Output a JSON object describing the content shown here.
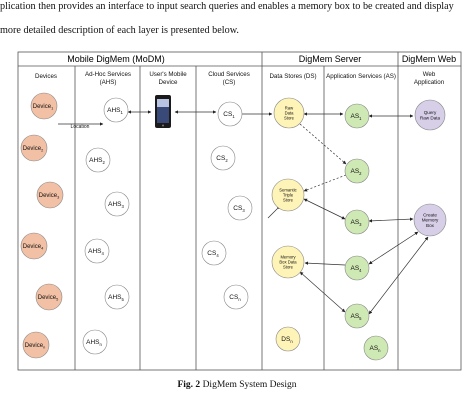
{
  "paragraph": {
    "line1": "plication then provides an interface to input search queries and enables a memory box to be created and display",
    "line2": "more detailed description of each layer is presented below."
  },
  "diagram": {
    "layers": {
      "modm": "Mobile DigMem (MoDM)",
      "server": "DigMem Server",
      "web": "DigMem Web"
    },
    "columns": {
      "devices": "Devices",
      "ahs": [
        "Ad-Hoc Services",
        "(AHS)"
      ],
      "mobile": [
        "User's Mobile",
        "Device"
      ],
      "cloud": [
        "Cloud Services",
        "(CS)"
      ],
      "ds": "Data Stores (DS)",
      "as": "Application Services (AS)",
      "webapp": [
        "Web",
        "Application"
      ]
    },
    "arrow_label": "Location",
    "devices": [
      {
        "base": "Device",
        "sub": "1"
      },
      {
        "base": "Device",
        "sub": "2"
      },
      {
        "base": "Device",
        "sub": "3"
      },
      {
        "base": "Device",
        "sub": "4"
      },
      {
        "base": "Device",
        "sub": "5"
      },
      {
        "base": "Device",
        "sub": "n"
      }
    ],
    "ahs": [
      {
        "base": "AHS",
        "sub": "1"
      },
      {
        "base": "AHS",
        "sub": "2"
      },
      {
        "base": "AHS",
        "sub": "3"
      },
      {
        "base": "AHS",
        "sub": "4"
      },
      {
        "base": "AHS",
        "sub": "5"
      },
      {
        "base": "AHS",
        "sub": "n"
      }
    ],
    "cloud": [
      {
        "base": "CS",
        "sub": "1"
      },
      {
        "base": "CS",
        "sub": "2"
      },
      {
        "base": "CS",
        "sub": "3"
      },
      {
        "base": "CS",
        "sub": "4"
      },
      {
        "base": "CS",
        "sub": "n"
      }
    ],
    "data_stores": [
      {
        "lines": [
          "Raw",
          "Data",
          "Store"
        ]
      },
      {
        "lines": [
          "Semantic",
          "Triple",
          "Store"
        ]
      },
      {
        "lines": [
          "Memory",
          "Box Data",
          "Store"
        ]
      },
      {
        "base": "DS",
        "sub": "n"
      }
    ],
    "app_services": [
      {
        "base": "AS",
        "sub": "1"
      },
      {
        "base": "AS",
        "sub": "2"
      },
      {
        "base": "AS",
        "sub": "3"
      },
      {
        "base": "AS",
        "sub": "4"
      },
      {
        "base": "AS",
        "sub": "5"
      },
      {
        "base": "AS",
        "sub": "n"
      }
    ],
    "web_nodes": [
      {
        "lines": [
          "Query",
          "Raw Data"
        ]
      },
      {
        "lines": [
          "Create",
          "Memory",
          "Box"
        ]
      }
    ]
  },
  "caption": {
    "label": "Fig. 2",
    "text": "DigMem System Design"
  },
  "colors": {
    "device": "#f2c0a4",
    "ahs": "#ffffff",
    "cloud": "#ffffff",
    "datastore": "#fff4b8",
    "appservice": "#cfe9b4",
    "web": "#d7cfe8",
    "line": "#333333"
  }
}
